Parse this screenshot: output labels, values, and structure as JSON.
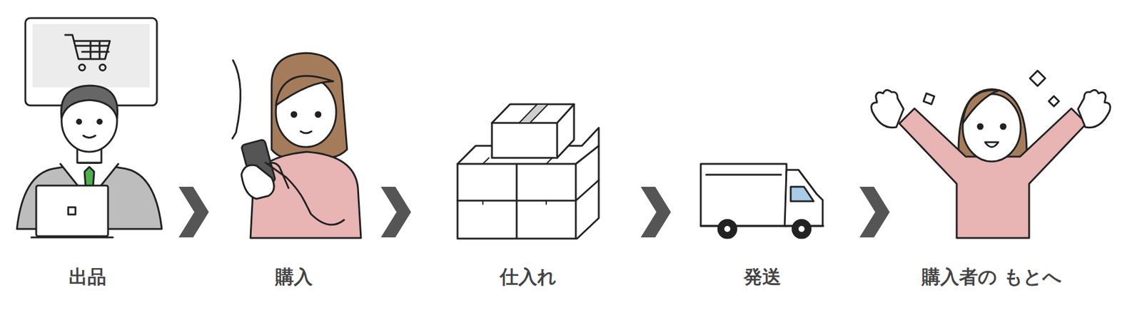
{
  "diagram": {
    "nodes": [
      {
        "text": [
          "出品"
        ]
      },
      {
        "text": [
          "購入"
        ]
      },
      {
        "text": [
          "仕入れ"
        ]
      },
      {
        "text": [
          "発送"
        ]
      },
      {
        "text": [
          "購入者の もとへ"
        ]
      }
    ],
    "edges": [
      {
        "from": 0,
        "to": 1,
        "arrow": "to"
      },
      {
        "from": 1,
        "to": 2,
        "arrow": "to"
      },
      {
        "from": 2,
        "to": 3,
        "arrow": "to"
      },
      {
        "from": 3,
        "to": 4,
        "arrow": "to"
      }
    ]
  }
}
